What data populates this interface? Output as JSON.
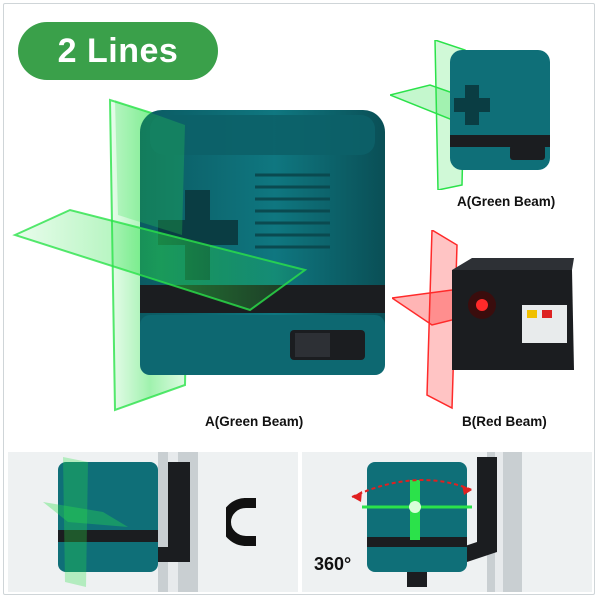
{
  "badge": {
    "text": "2 Lines"
  },
  "labels": {
    "main_product": "A(Green Beam)",
    "top_right_product": "A(Green Beam)",
    "red_product": "B(Red Beam)"
  },
  "bottom": {
    "rotation_text": "360°"
  },
  "icons": [
    "magnet-icon",
    "rotation-arrow-icon"
  ],
  "colors": {
    "badge_green": "#3aa04a",
    "laser_green": "#2be24a",
    "laser_red": "#ff2a2a",
    "device_teal": "#0f6f78",
    "device_dark": "#1b1d20"
  }
}
